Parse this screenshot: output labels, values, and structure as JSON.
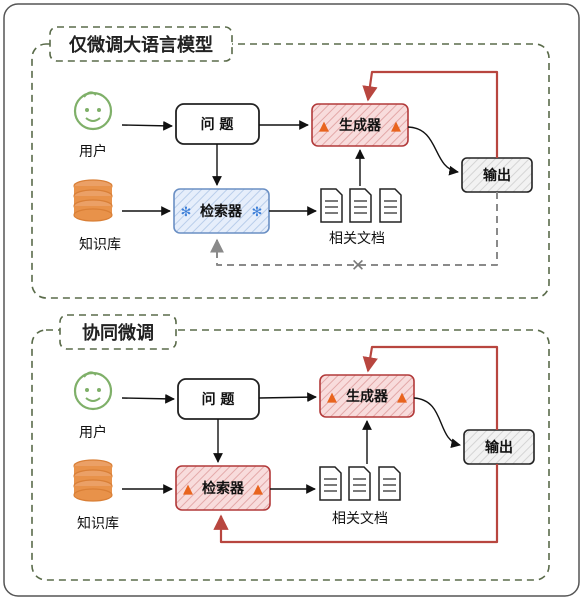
{
  "panels": [
    {
      "title": "仅微调大语言模型",
      "user_label": "用户",
      "kb_label": "知识库",
      "question_label": "问 题",
      "retriever_label": "检索器",
      "retriever_icon": "snowflake-icon",
      "generator_label": "生成器",
      "generator_icon": "flame-icon",
      "docs_label": "相关文档",
      "output_label": "输出",
      "feedback_to_retriever": "blocked",
      "blocked_mark": "✕"
    },
    {
      "title": "协同微调",
      "user_label": "用户",
      "kb_label": "知识库",
      "question_label": "问 题",
      "retriever_label": "检索器",
      "retriever_icon": "flame-icon",
      "generator_label": "生成器",
      "generator_icon": "flame-icon",
      "docs_label": "相关文档",
      "output_label": "输出",
      "feedback_to_retriever": "active"
    }
  ],
  "colors": {
    "panel_border": "#5a6b4a",
    "user_icon": "#7fb069",
    "database": "#e8924a",
    "generator_fill": "#f6d3d3",
    "generator_stroke": "#b23a3a",
    "retriever_frozen_fill": "#dde8f6",
    "retriever_frozen_stroke": "#6a8fc4",
    "feedback_red": "#b8463f",
    "feedback_gray": "#8a8a8a",
    "flame": "#e8641e",
    "snowflake": "#3d7fd8"
  }
}
